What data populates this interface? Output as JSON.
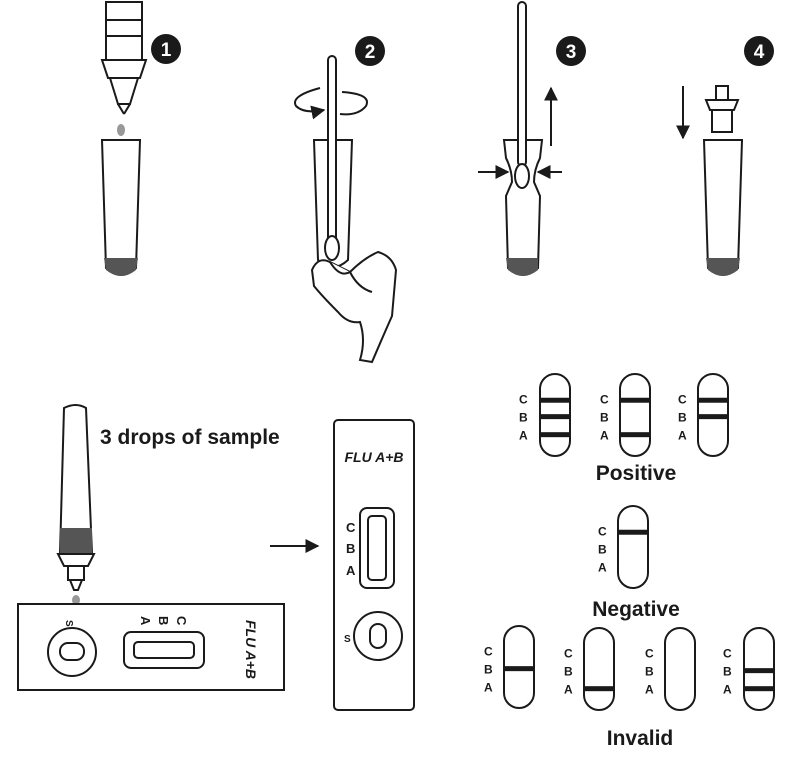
{
  "steps": [
    "1",
    "2",
    "3",
    "4"
  ],
  "instruction": "3 drops of sample",
  "cassette": {
    "brand": "FLU A+B",
    "sample_label": "S",
    "line_labels": [
      "C",
      "B",
      "A"
    ]
  },
  "results": {
    "positive_label": "Positive",
    "negative_label": "Negative",
    "invalid_label": "Invalid"
  },
  "strip_labels": [
    "C",
    "B",
    "A"
  ],
  "colors": {
    "ink": "#1a1a1a",
    "fluid": "#555555",
    "gray": "#999999"
  }
}
